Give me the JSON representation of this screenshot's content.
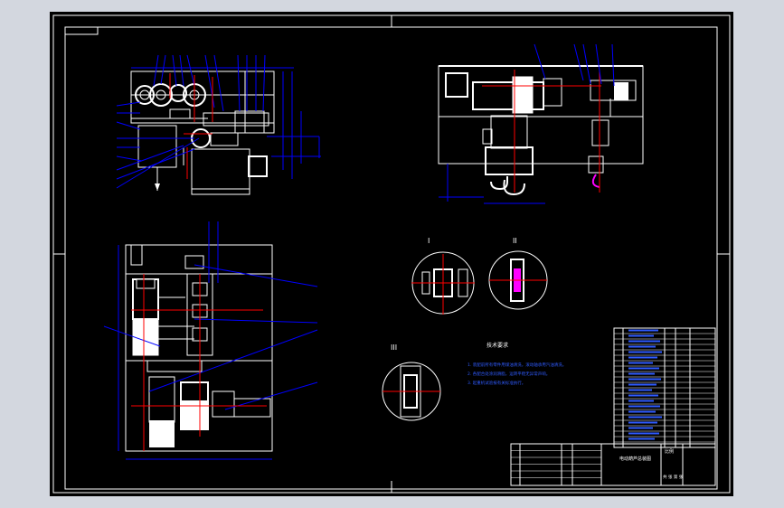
{
  "colors": {
    "background": "#d3d7df",
    "sheet": "#000000",
    "frame": "#ffffff",
    "leader": "#0000ff",
    "geometry": "#ffffff",
    "center_line": "#ff0000",
    "hidden": "#ff00ff",
    "text_blue": "#2f5bff"
  },
  "views": {
    "detail_a_label": "I",
    "detail_b_label": "II",
    "detail_c_label": "III"
  },
  "notes": {
    "heading": "技术要求",
    "line1": "1. 装配前所有零件用煤油清洗，滚动轴承用汽油清洗。",
    "line2": "2. 各配合处涂润滑脂，运转平稳无异常声响。",
    "line3": "3. 起重机试验按有关标准执行。"
  },
  "title_block": {
    "scale_label": "比例",
    "title": "电动葫芦总装图",
    "sheet_no": "共 张 第 张"
  },
  "icons": {
    "hook": "hook-icon",
    "motor": "motor-icon"
  }
}
